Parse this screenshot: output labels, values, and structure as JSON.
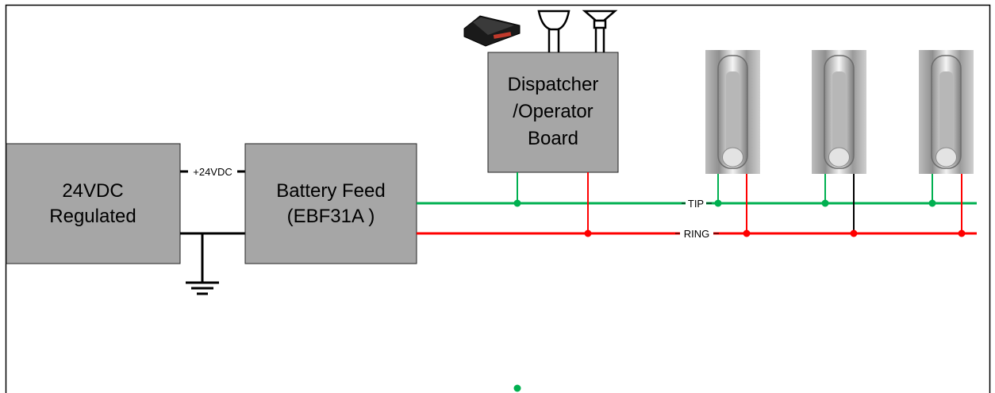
{
  "blocks": {
    "power_supply": {
      "line1": "24VDC",
      "line2": "Regulated"
    },
    "battery_feed": {
      "line1": "Battery Feed",
      "line2": "(EBF31A )"
    },
    "dispatcher": {
      "line1": "Dispatcher",
      "line2": "/Operator",
      "line3": "Board"
    }
  },
  "labels": {
    "supply_voltage": "+24VDC",
    "tip": "TIP",
    "ring": "RING"
  },
  "icons": {
    "foot_pedal": "foot-pedal-icon",
    "headset_mic": "desk-microphone-icon",
    "speaker_horn": "speaker-horn-icon",
    "ground": "ground-symbol-icon",
    "telephone": "wall-telephone-icon"
  },
  "colors": {
    "tip": "#00b050",
    "ring": "#ff0000",
    "block_fill": "#a6a6a6",
    "wire_neutral": "#000000"
  },
  "stations": {
    "count": 3
  }
}
